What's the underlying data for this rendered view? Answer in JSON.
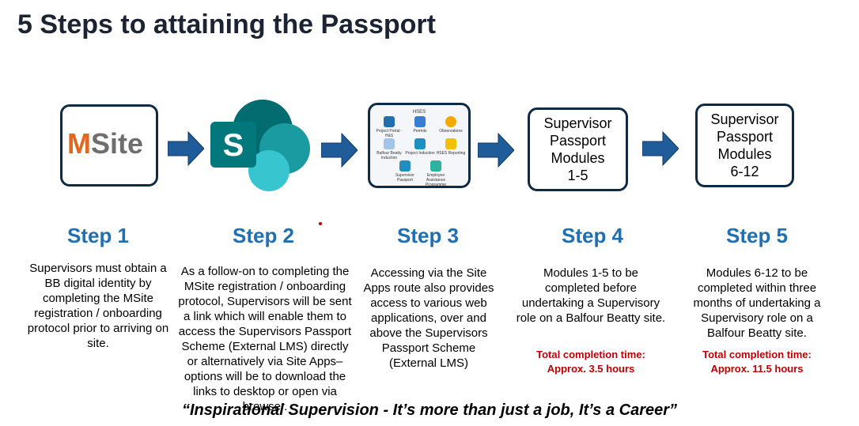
{
  "page": {
    "title": "5 Steps to attaining the Passport"
  },
  "step1_box": {
    "logo_m": "M",
    "logo_site": "Site"
  },
  "step3_box": {
    "heading": "HSES",
    "apps": [
      {
        "label": "Project Portal - H&S",
        "color": "#1f6fb2"
      },
      {
        "label": "Permits",
        "color": "#3a7bd5"
      },
      {
        "label": "Observations",
        "color": "#f2a900"
      },
      {
        "label": "Balfour Beatty Induction",
        "color": "#a3c4e8"
      },
      {
        "label": "Project Induction",
        "color": "#1f8fbf"
      },
      {
        "label": "HSES Reporting",
        "color": "#f2c200"
      },
      {
        "label": "Supervisor Passport",
        "color": "#1f8fbf"
      },
      {
        "label": "Employee Assistance Programme",
        "color": "#2bb3a0"
      }
    ]
  },
  "steps": [
    {
      "title": "Step 1",
      "description": "Supervisors must obtain a BB digital identity by completing the MSite registration / onboarding protocol prior to arriving on site."
    },
    {
      "title": "Step 2",
      "description": "As a follow-on to completing the MSite registration / onboarding protocol, Supervisors will be sent a link which will enable them to access the Supervisors Passport Scheme (External LMS) directly or alternatively via Site Apps– options will be to download the links to desktop or open via browser."
    },
    {
      "title": "Step 3",
      "description": "Accessing via the Site Apps route also provides access to various web applications, over and above the Supervisors Passport Scheme (External LMS)"
    },
    {
      "title": "Step 4",
      "box_lines": [
        "Supervisor",
        "Passport",
        "Modules",
        "1-5"
      ],
      "description": "Modules 1-5 to be completed before undertaking a Supervisory role on a Balfour Beatty site.",
      "total": "Total completion time: Approx. 3.5 hours"
    },
    {
      "title": "Step 5",
      "box_lines": [
        "Supervisor",
        "Passport",
        "Modules",
        "6-12"
      ],
      "description": "Modules 6-12 to be completed within three months of undertaking a Supervisory role on a Balfour Beatty site.",
      "total": "Total completion time:  Approx. 11.5 hours"
    }
  ],
  "quote": "“Inspirational Supervision - It’s more than just a job, It’s a Career”",
  "colors": {
    "arrow": "#1f5c99",
    "step_title": "#1f6fb2",
    "total": "#c00000",
    "box_border": "#0f2a44"
  }
}
